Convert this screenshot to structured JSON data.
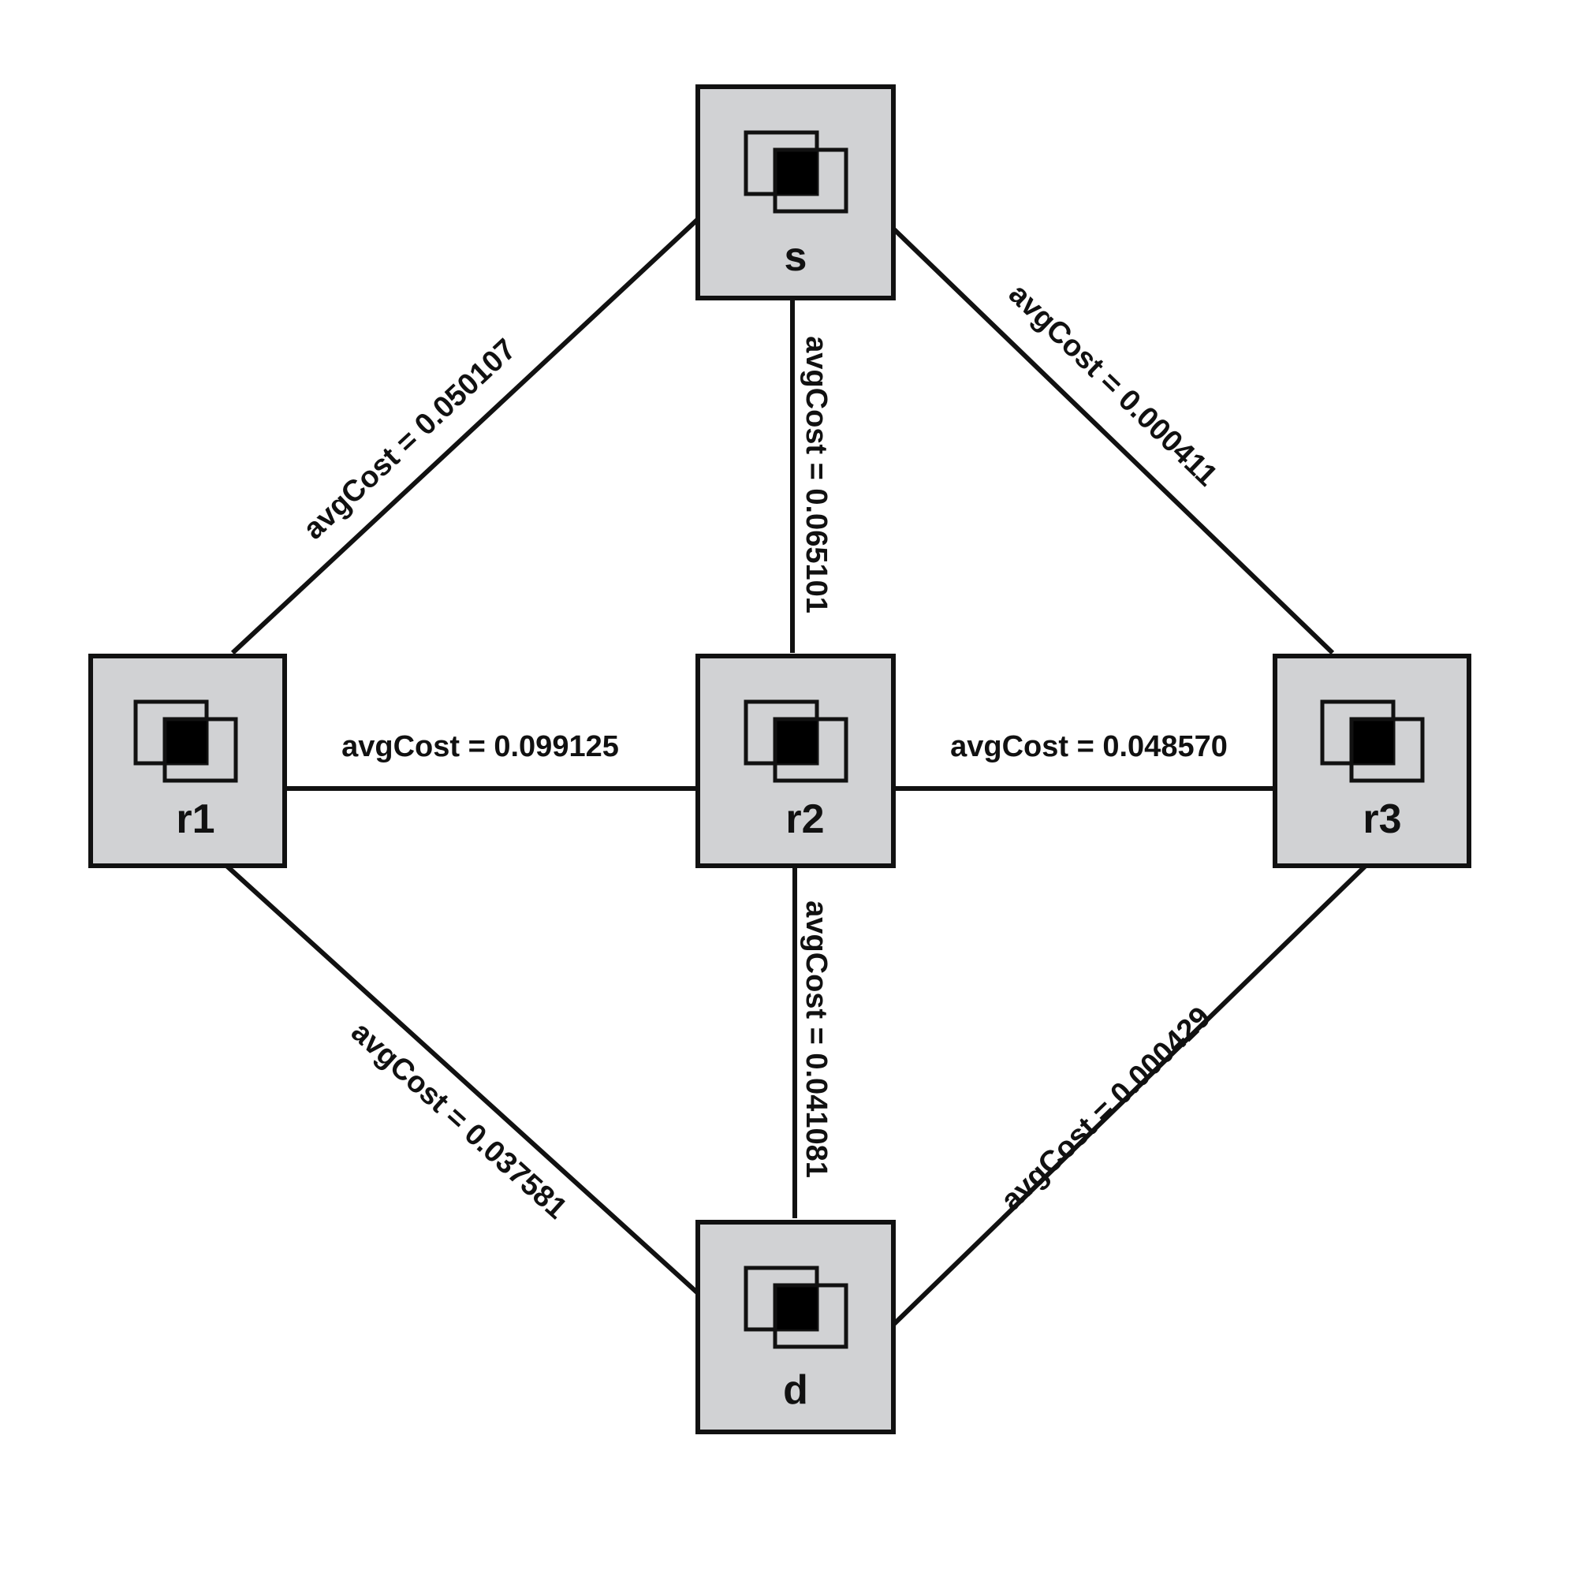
{
  "nodes": {
    "s": {
      "label": "s"
    },
    "r1": {
      "label": "r1"
    },
    "r2": {
      "label": "r2"
    },
    "r3": {
      "label": "r3"
    },
    "d": {
      "label": "d"
    }
  },
  "edges": {
    "s_r1": {
      "from": "s",
      "to": "r1",
      "label": "avgCost = 0.050107"
    },
    "s_r2": {
      "from": "s",
      "to": "r2",
      "label": "avgCost = 0.065101"
    },
    "s_r3": {
      "from": "s",
      "to": "r3",
      "label": "avgCost = 0.000411"
    },
    "r1_r2": {
      "from": "r1",
      "to": "r2",
      "label": "avgCost = 0.099125"
    },
    "r2_r3": {
      "from": "r2",
      "to": "r3",
      "label": "avgCost = 0.048570"
    },
    "r1_d": {
      "from": "r1",
      "to": "d",
      "label": "avgCost = 0.037581"
    },
    "r2_d": {
      "from": "r2",
      "to": "d",
      "label": "avgCost = 0.041081"
    },
    "r3_d": {
      "from": "r3",
      "to": "d",
      "label": "avgCost = 0.000429"
    }
  },
  "icon": "router-window-icon",
  "colors": {
    "node_fill": "#d1d2d4",
    "stroke": "#111111"
  }
}
